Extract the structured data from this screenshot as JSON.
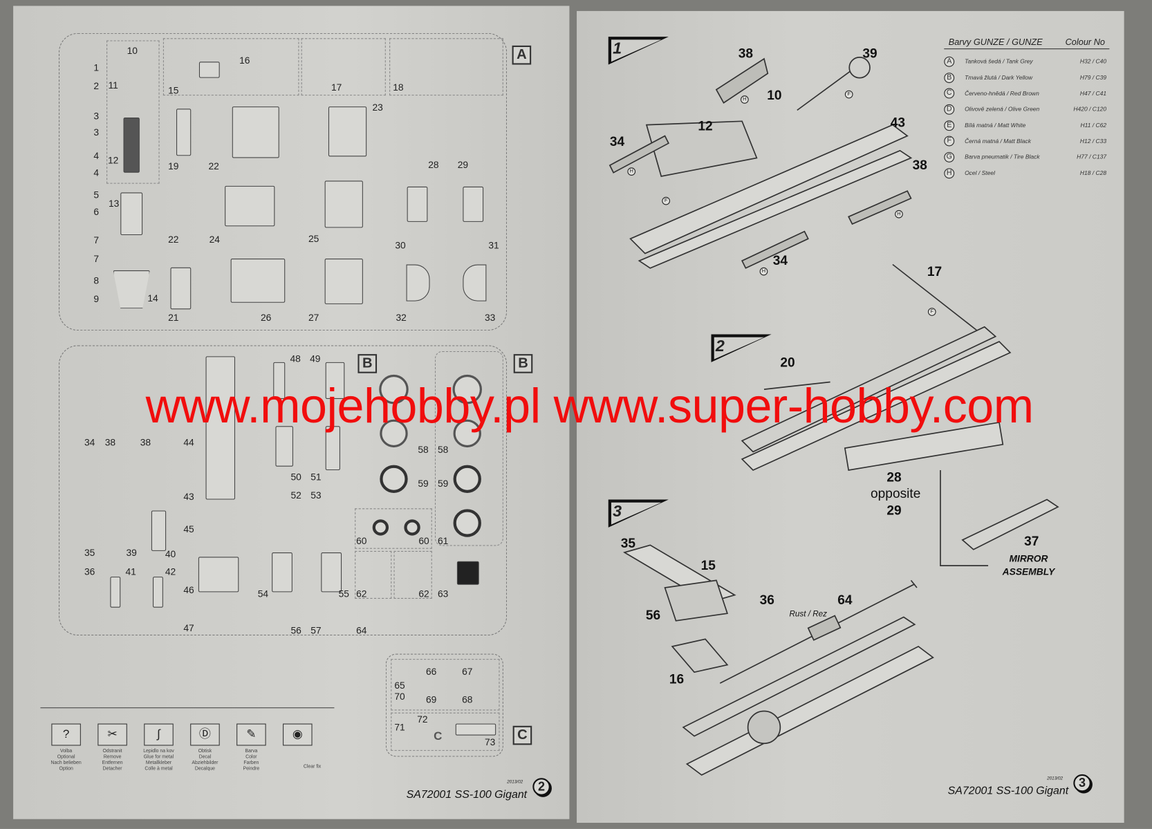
{
  "watermark": "www.mojehobby.pl www.super-hobby.com",
  "left_page": {
    "sprue_a": {
      "label": "A",
      "numbers": [
        "1",
        "2",
        "3",
        "3",
        "4",
        "4",
        "5",
        "6",
        "7",
        "7",
        "8",
        "9",
        "10",
        "11",
        "12",
        "13",
        "14",
        "15",
        "16",
        "17",
        "18",
        "19",
        "22",
        "23",
        "28",
        "29",
        "22",
        "24",
        "25",
        "30",
        "31",
        "21",
        "26",
        "27",
        "32",
        "33"
      ]
    },
    "sprue_b": {
      "label": "B",
      "numbers": [
        "34",
        "38",
        "38",
        "44",
        "48",
        "49",
        "43",
        "50",
        "51",
        "52",
        "53",
        "58",
        "58",
        "59",
        "59",
        "60",
        "60",
        "61",
        "45",
        "35",
        "39",
        "40",
        "36",
        "41",
        "42",
        "46",
        "54",
        "55",
        "62",
        "62",
        "63",
        "47",
        "56",
        "57",
        "64"
      ]
    },
    "sprue_c": {
      "label": "C",
      "inner_label": "C",
      "numbers": [
        "65",
        "66",
        "67",
        "70",
        "69",
        "68",
        "72",
        "71",
        "73"
      ]
    },
    "legend": [
      {
        "icon": "question-icon",
        "caption": "Volba\nOptional\nNach belieben\nOption"
      },
      {
        "icon": "remove-icon",
        "caption": "Odstranit\nRemove\nEntfernen\nDetacher"
      },
      {
        "icon": "glue-icon",
        "caption": "Lepidlo na kov\nGlue for metal\nMetallkleber\nColle à metal"
      },
      {
        "icon": "decal-icon",
        "caption": "Obtisk\nDecal\nAbziehbilder\nDecalque"
      },
      {
        "icon": "paint-icon",
        "caption": "Barva\nColor\nFarben\nPeindre"
      },
      {
        "icon": "clear-fix-icon",
        "caption": "Clear fix"
      }
    ],
    "footer": {
      "title": "SA72001 SS-100 Gigant",
      "page": "2",
      "date": "2013/02"
    }
  },
  "right_page": {
    "steps": [
      "1",
      "2",
      "3"
    ],
    "color_table": {
      "header_left": "Barvy GUNZE / GUNZE",
      "header_right": "Colour No",
      "rows": [
        {
          "letter": "A",
          "name": "Tanková šedá / Tank Grey",
          "code": "H32 / C40"
        },
        {
          "letter": "B",
          "name": "Tmavá žlutá / Dark Yellow",
          "code": "H79 / C39"
        },
        {
          "letter": "C",
          "name": "Červeno-hnědá / Red Brown",
          "code": "H47 / C41"
        },
        {
          "letter": "D",
          "name": "Olivově zelená / Olive Green",
          "code": "H420 / C120"
        },
        {
          "letter": "E",
          "name": "Bílá matná / Matt White",
          "code": "H11 / C62"
        },
        {
          "letter": "F",
          "name": "Černá matná / Matt Black",
          "code": "H12 / C33"
        },
        {
          "letter": "G",
          "name": "Barva pneumatik / Tire Black",
          "code": "H77 / C137"
        },
        {
          "letter": "H",
          "name": "Ocel / Steel",
          "code": "H18 / C28"
        }
      ]
    },
    "labels": {
      "p38a": "38",
      "p39": "39",
      "p10": "10",
      "p12": "12",
      "p43": "43",
      "p34a": "34",
      "p38b": "38",
      "p34b": "34",
      "p17": "17",
      "p20": "20",
      "p28": "28",
      "opposite": "opposite",
      "p29": "29",
      "p37": "37",
      "mirror1": "MIRROR",
      "mirror2": "ASSEMBLY",
      "p35": "35",
      "p15": "15",
      "p36": "36",
      "p64": "64",
      "rust": "Rust / Rez",
      "p56": "56",
      "p16": "16"
    },
    "callouts": [
      "H",
      "H",
      "H",
      "H",
      "F",
      "F",
      "F"
    ],
    "footer": {
      "title": "SA72001 SS-100 Gigant",
      "page": "3",
      "date": "2013/02"
    }
  }
}
